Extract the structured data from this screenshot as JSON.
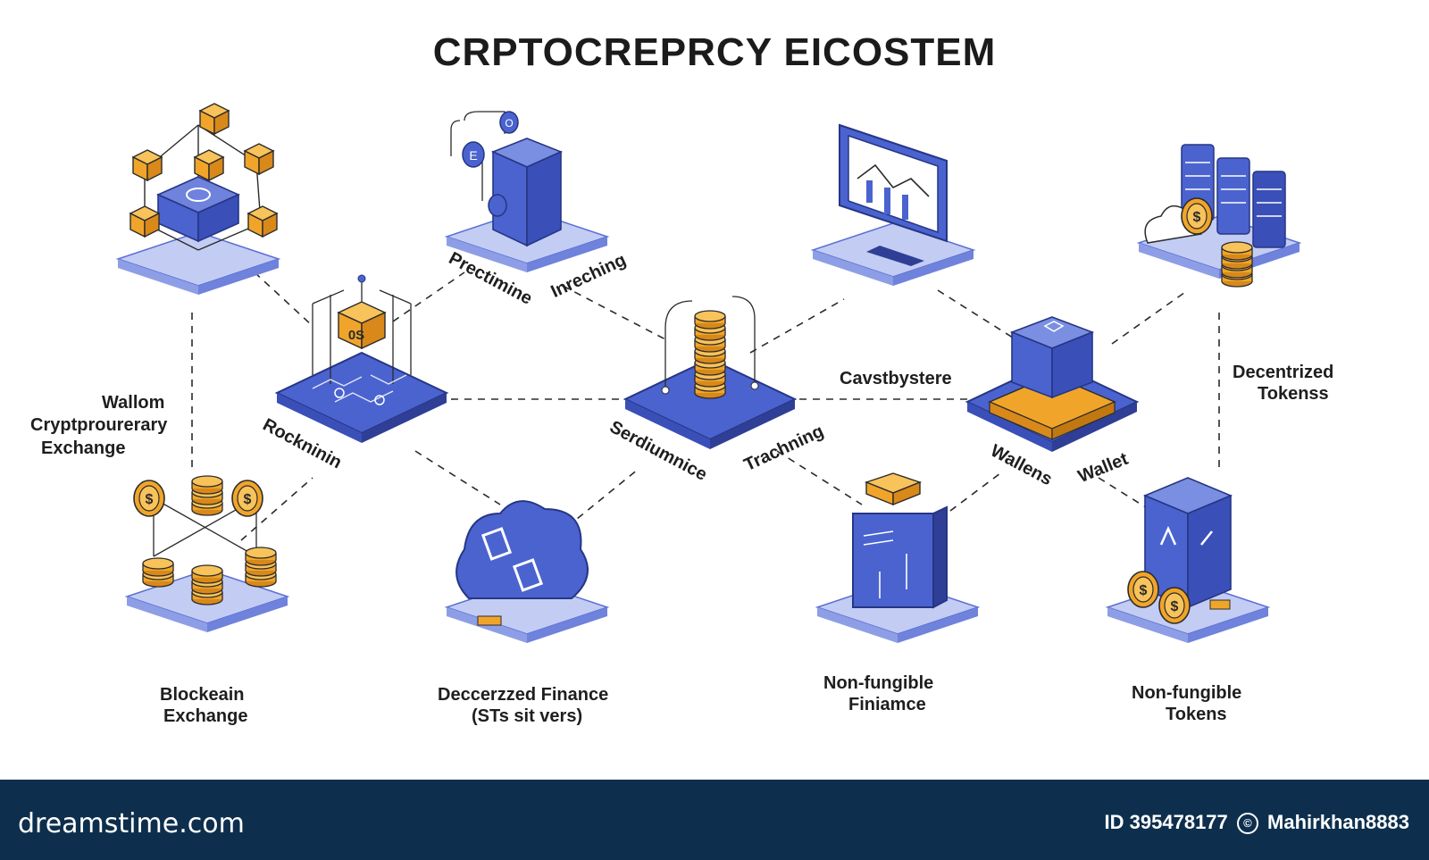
{
  "title": "CRPTOCREPRCY EICOSTEM",
  "labels": {
    "wallom": "Wallom",
    "crypto_exchange_1": "Cryptprourerary",
    "crypto_exchange_2": "Exchange",
    "rockninin": "Rockninin",
    "prectimine": "Prectimine",
    "inreching": "Inreching",
    "serdiumnice": "Serdiumnice",
    "trachning": "Trachning",
    "cavstbystere": "Cavstbystere",
    "wallens": "Wallens",
    "wallet": "Wallet",
    "decentrized_1": "Decentrized",
    "decentrized_2": "Tokenss",
    "blockeain_1": "Blockeain",
    "blockeain_2": "Exchange",
    "defi_1": "Deccerzzed Finance",
    "defi_2": "(STs sit vers)",
    "nf_finance_1": "Non-fungible",
    "nf_finance_2": "Finiamce",
    "nf_tokens_1": "Non-fungible",
    "nf_tokens_2": "Tokens",
    "cube_text": "0S"
  },
  "footer": {
    "brand": "dreamstime.com",
    "id_text": "ID 395478177",
    "copyright_symbol": "©",
    "author": "Mahirkhan8883"
  },
  "colors": {
    "blue": "#4a63cf",
    "blue_dark": "#2f3f96",
    "platform": "#b7c2f0",
    "gold": "#f0a52a",
    "footer_bg": "#0d2f4d"
  },
  "icons": [
    "blockchain-network-icon",
    "mining-machine-icon",
    "monitor-chart-icon",
    "token-servers-icon",
    "circuit-cube-icon",
    "coin-stack-icon",
    "wallet-box-icon",
    "exchange-coins-icon",
    "cloud-finance-icon",
    "nft-finance-icon",
    "nft-token-icon"
  ]
}
